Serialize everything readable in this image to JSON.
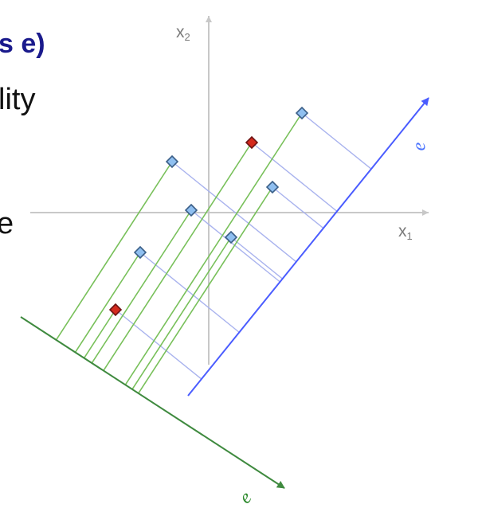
{
  "slide_text": {
    "line1": "s e)",
    "line2": "lity",
    "line3": "e"
  },
  "axes": {
    "x1": {
      "base": "x",
      "subscript": "1"
    },
    "x2": {
      "base": "x",
      "subscript": "2"
    }
  },
  "directions": {
    "blue_label": "e",
    "green_label": "e"
  },
  "colors": {
    "axis": "#c8c8c8",
    "blue_direction": "#4a5cff",
    "blue_projection": "#a9b3ee",
    "green_direction": "#3f8a3f",
    "green_projection": "#78c05a",
    "point_blue": "#8fbff0",
    "point_blue_edge": "#3b5f88",
    "point_red": "#d42a1e",
    "point_red_edge": "#6d1414"
  },
  "points": [
    {
      "id": "p1",
      "color": "blue"
    },
    {
      "id": "p2",
      "color": "red"
    },
    {
      "id": "p3",
      "color": "blue"
    },
    {
      "id": "p4",
      "color": "blue"
    },
    {
      "id": "p5",
      "color": "blue"
    },
    {
      "id": "p6",
      "color": "blue"
    },
    {
      "id": "p7",
      "color": "blue"
    },
    {
      "id": "p8",
      "color": "red"
    }
  ]
}
